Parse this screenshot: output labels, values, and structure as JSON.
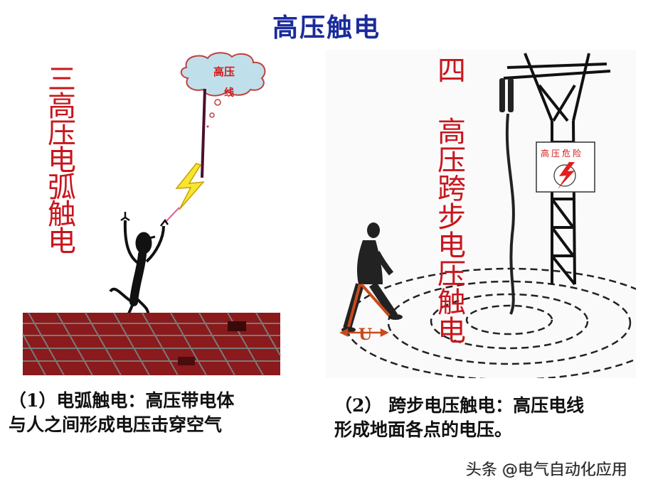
{
  "slide": {
    "title": "高压触电",
    "accent_title_color": "#1a2b9c",
    "accent_red": "#c8161d"
  },
  "left_panel": {
    "vertical_title": "三高压电弧触电",
    "cloud_label_line1": "高压",
    "cloud_label_line2": "线",
    "illustration": [
      "cloud-high-voltage-line",
      "lightning-arc",
      "stick-figure-person",
      "brick-roof"
    ],
    "caption_line1": "（1）电弧触电：高压带电体",
    "caption_line2": "与人之间形成电压击穿空气"
  },
  "right_panel": {
    "vertical_title": "四 高压跨步电压触电",
    "sign_text": "高压危险",
    "step_voltage_label": "U",
    "illustration": [
      "transmission-tower",
      "fallen-wire",
      "walking-man",
      "concentric-dashed-rings",
      "danger-sign"
    ],
    "caption_line1": "（2） 跨步电压触电：高压电线",
    "caption_line2": "形成地面各点的电压。"
  },
  "watermark": {
    "text": "头条 @电气自动化应用"
  }
}
